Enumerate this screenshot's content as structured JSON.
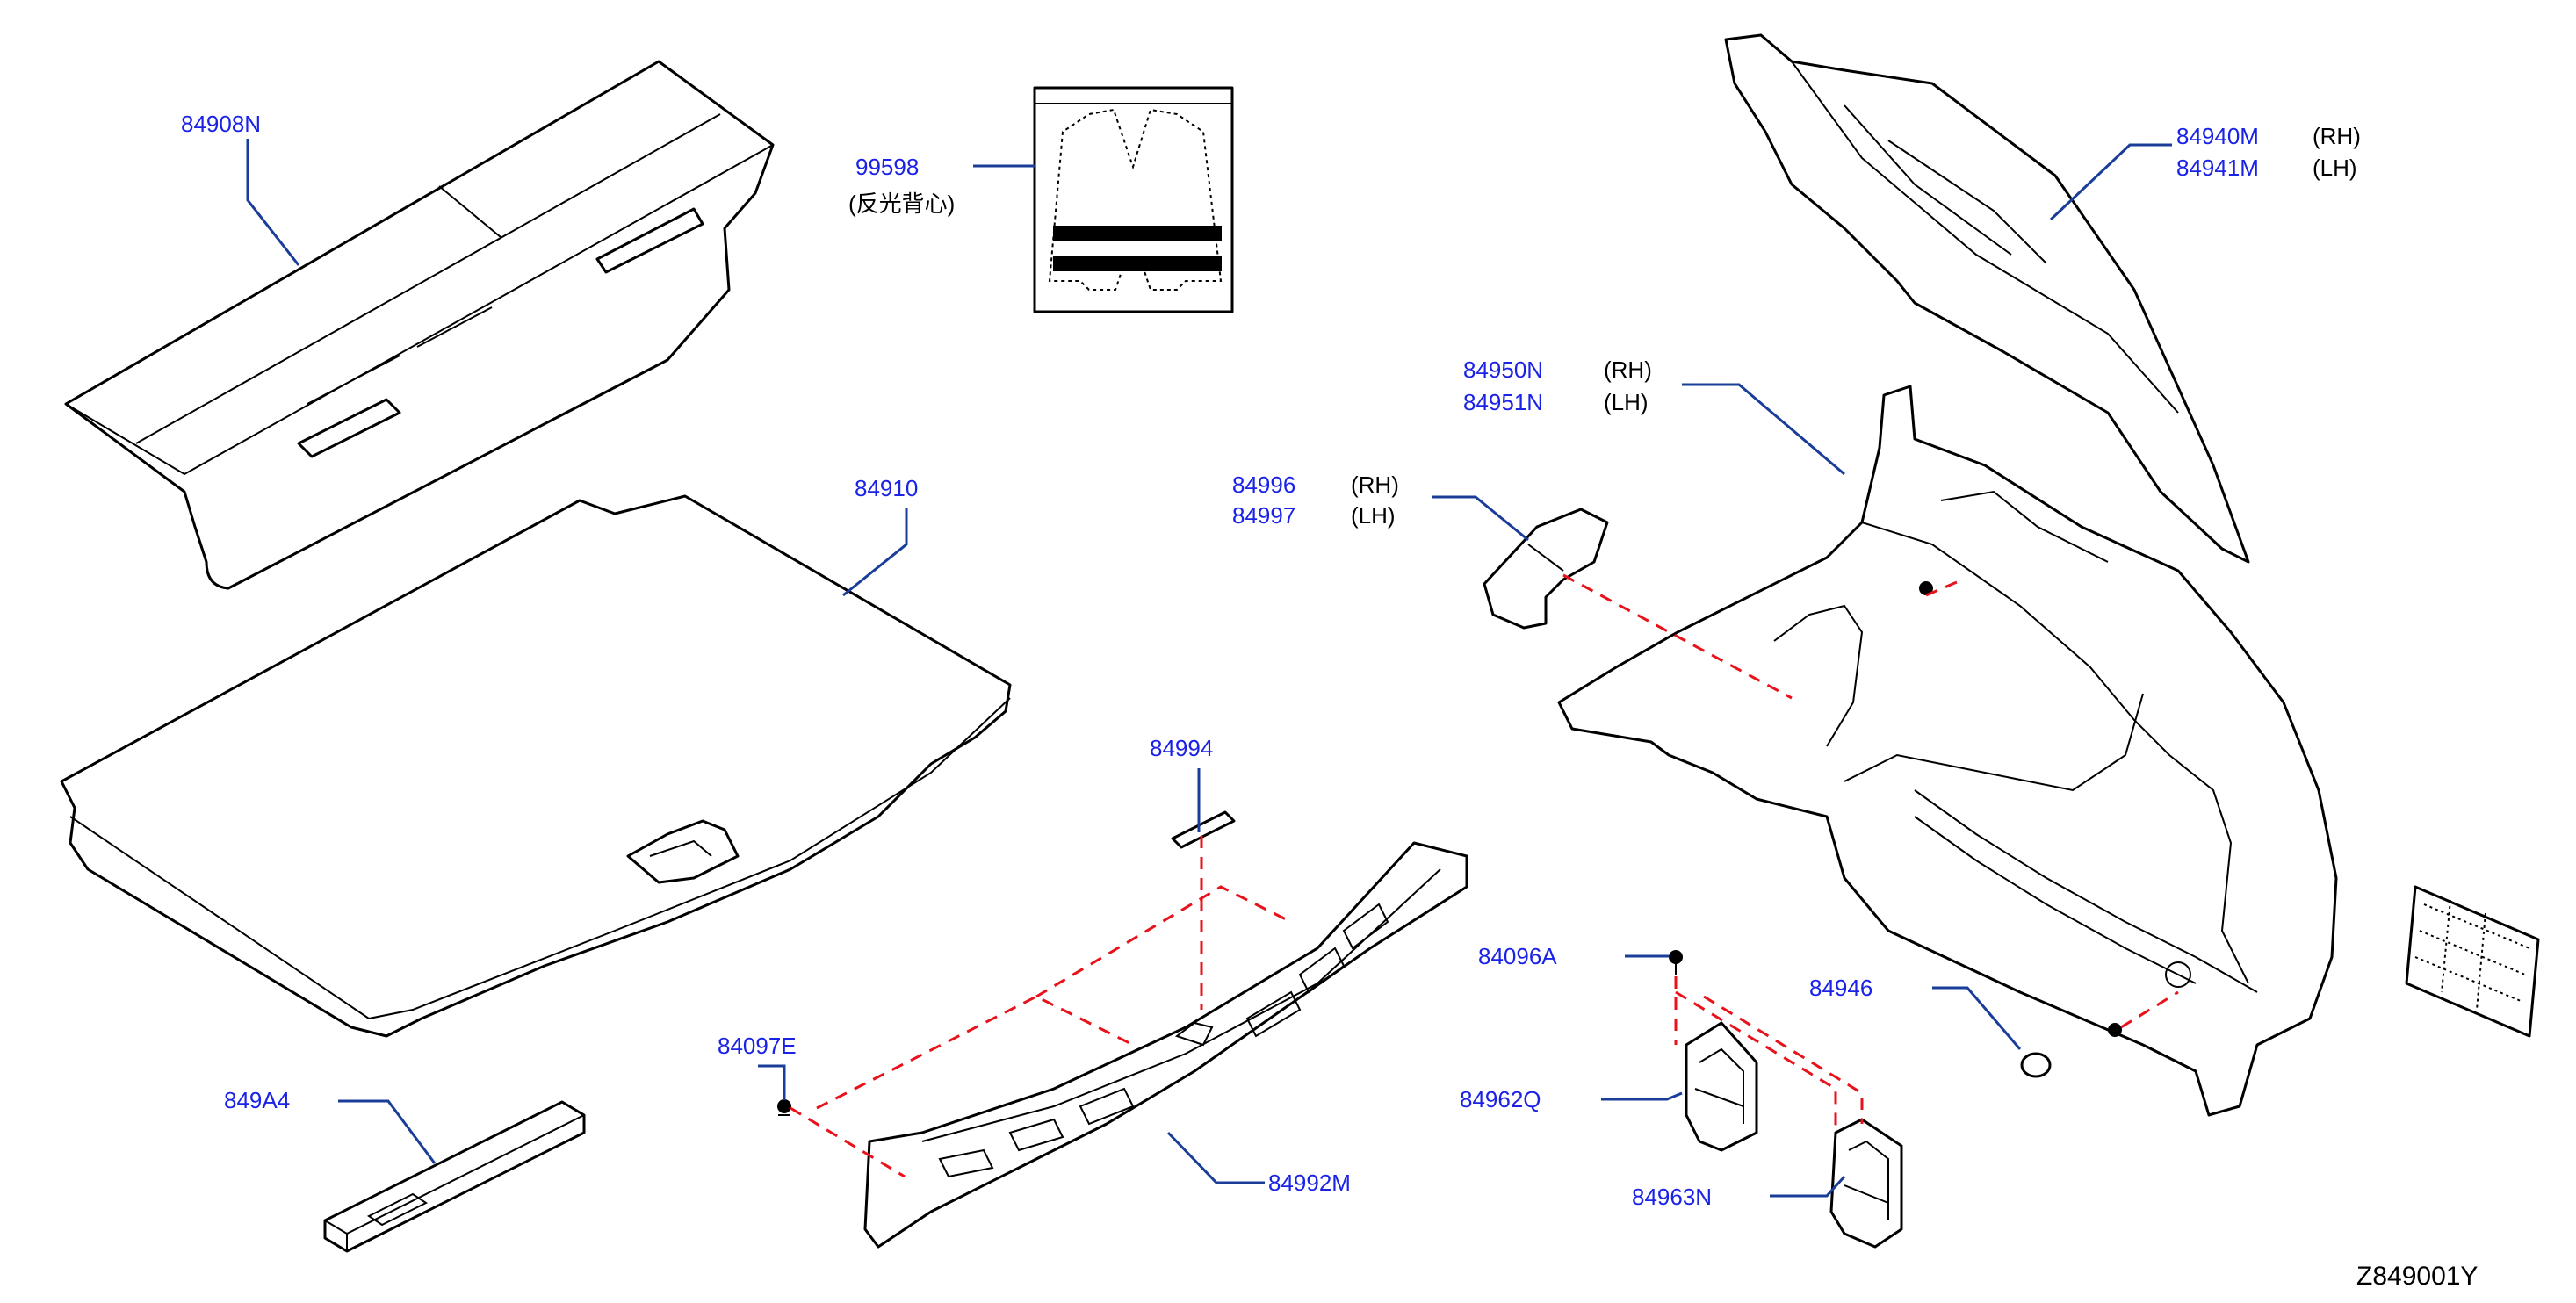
{
  "colors": {
    "label": "#1a22e6",
    "leader": "#1a3d99",
    "dash": "#e8121b",
    "line": "#000000"
  },
  "labels": {
    "p84908N": "84908N",
    "p99598": "99598",
    "p99598_note": "(反光背心)",
    "p84940M": "84940M",
    "p84940M_side": "(RH)",
    "p84941M": "84941M",
    "p84941M_side": "(LH)",
    "p84950N": "84950N",
    "p84950N_side": "(RH)",
    "p84951N": "84951N",
    "p84951N_side": "(LH)",
    "p84996": "84996",
    "p84996_side": "(RH)",
    "p84997": "84997",
    "p84997_side": "(LH)",
    "p84910": "84910",
    "p84994": "84994",
    "p84096A": "84096A",
    "p84946": "84946",
    "p84097E": "84097E",
    "p849A4": "849A4",
    "p84962Q": "84962Q",
    "p84992M": "84992M",
    "p84963N": "84963N"
  },
  "diagram_code": "Z849001Y"
}
